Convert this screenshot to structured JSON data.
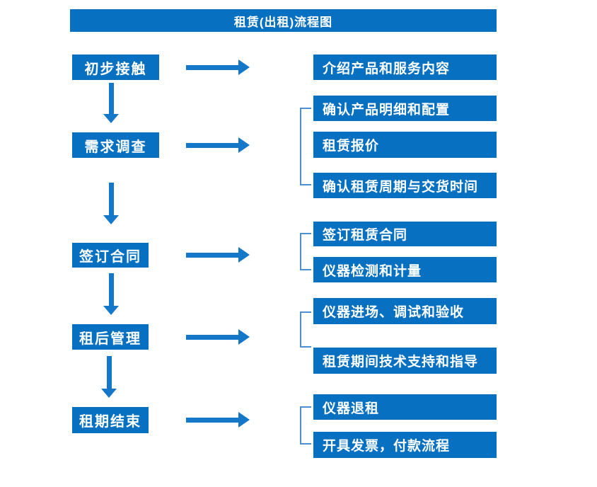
{
  "title": "租赁(出租)流程图",
  "colors": {
    "box_blue": "#0870c1",
    "arrow_blue": "#1577c8",
    "bracket_blue": "#4e8fd0"
  },
  "steps": [
    {
      "label": "初步接触",
      "details": [
        "介绍产品和服务内容"
      ]
    },
    {
      "label": "需求调查",
      "details": [
        "确认产品明细和配置",
        "租赁报价",
        "确认租赁周期与交货时间"
      ]
    },
    {
      "label": "签订合同",
      "details": [
        "签订租赁合同",
        "仪器检测和计量"
      ]
    },
    {
      "label": "租后管理",
      "details": [
        "仪器进场、调试和验收",
        "租赁期间技术支持和指导"
      ]
    },
    {
      "label": "租期结束",
      "details": [
        "仪器退租",
        "开具发票，付款流程"
      ]
    }
  ]
}
